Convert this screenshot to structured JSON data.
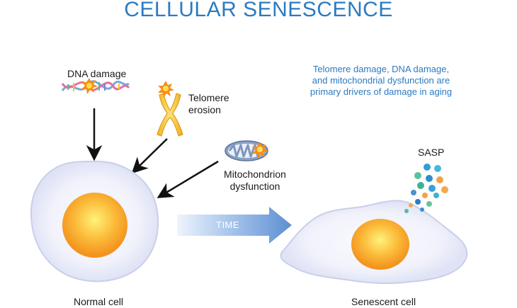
{
  "title": "CELLULAR SENESCENCE",
  "causes": {
    "dna": "DNA damage",
    "telomere_line1": "Telomere",
    "telomere_line2": "erosion",
    "mito_line1": "Mitochondrion",
    "mito_line2": "dysfunction"
  },
  "note": [
    "Telomere damage, DNA damage,",
    "and mitochondrial dysfunction are",
    "primary drivers of damage in aging"
  ],
  "time_label": "TIME",
  "sasp_label": "SASP",
  "normal_cell_label": "Normal cell",
  "senescent_cell_label": "Senescent cell",
  "colors": {
    "title": "#2b7bc1",
    "note": "#2b7bc1",
    "nucleus": "#f4a523",
    "nucleus_center": "#fff07a",
    "membrane": "#e4e8f8",
    "arrow": "#6b9bd6",
    "chromosome": "#f5c232",
    "mitochondrion": "#7e96ba",
    "flash": "#f58c1c"
  }
}
